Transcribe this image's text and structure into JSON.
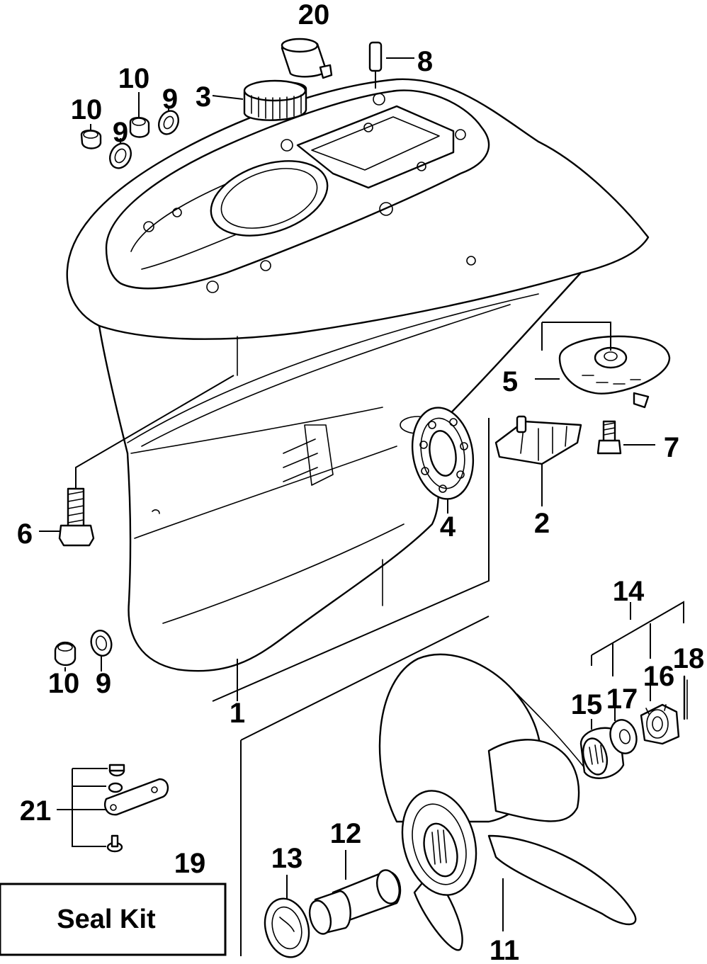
{
  "callouts": {
    "c1": "1",
    "c2": "2",
    "c3": "3",
    "c4": "4",
    "c5": "5",
    "c6": "6",
    "c7": "7",
    "c8": "8",
    "c9a": "9",
    "c9b": "9",
    "c9c": "9",
    "c10a": "10",
    "c10b": "10",
    "c10c": "10",
    "c11": "11",
    "c12": "12",
    "c13": "13",
    "c14": "14",
    "c15": "15",
    "c16": "16",
    "c17": "17",
    "c18": "18",
    "c19": "19",
    "c20": "20",
    "c21": "21"
  },
  "seal_kit": {
    "label": "Seal Kit"
  }
}
